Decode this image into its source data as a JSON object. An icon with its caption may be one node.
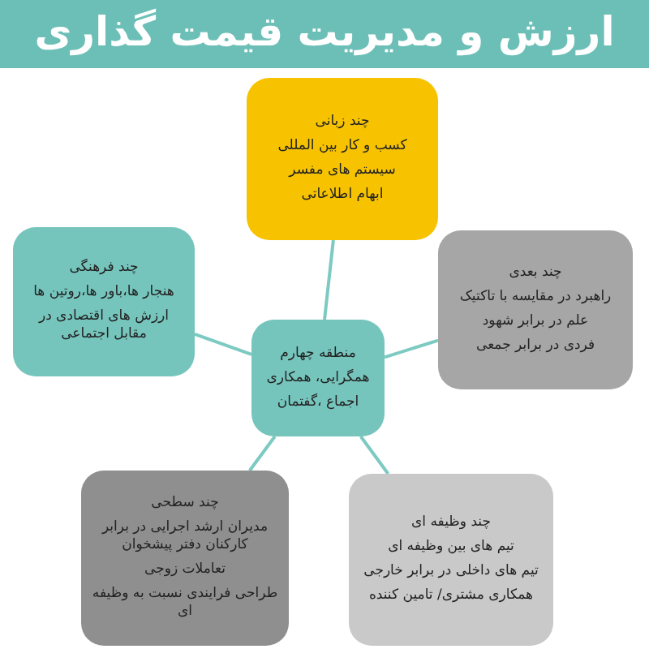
{
  "diagram": {
    "title": "ارزش و مدیریت قیمت گذاری",
    "nodes": [
      {
        "text": [
          "چند زبانی",
          "کسب و کار بین المللی",
          "سیستم های مفسر",
          "ابهام اطلاعاتی"
        ]
      },
      {
        "text": [
          "چند فرهنگی",
          "هنجار ها،باور ها،روتین ها",
          "ارزش های اقتصادی در مقابل اجتماعی"
        ]
      },
      {
        "text": [
          "چند بعدی",
          "راهبرد در مقایسه با تاکتیک",
          "علم در برابر شهود",
          "فردی در برابر جمعی"
        ]
      },
      {
        "text": [
          "منطقه چهارم",
          "همگرایی، همکاری",
          "اجماع ،گفتمان"
        ]
      },
      {
        "text": [
          "چند سطحی",
          "مدیران ارشد اجرایی در برابر کارکنان دفتر پیشخوان",
          "تعاملات زوجی",
          "طراحی فرایندی نسبت به وظیفه ای"
        ]
      },
      {
        "text": [
          "چند وظیفه ای",
          "تیم های بین وظیفه ای",
          "تیم های داخلی در برابر خارجی",
          "همکاری مشتری/ تامین کننده"
        ]
      }
    ],
    "edges": [
      {
        "from": 3,
        "to": 0,
        "arrow": "none"
      },
      {
        "from": 3,
        "to": 1,
        "arrow": "none"
      },
      {
        "from": 3,
        "to": 2,
        "arrow": "none"
      },
      {
        "from": 3,
        "to": 4,
        "arrow": "none"
      },
      {
        "from": 3,
        "to": 5,
        "arrow": "none"
      }
    ]
  }
}
